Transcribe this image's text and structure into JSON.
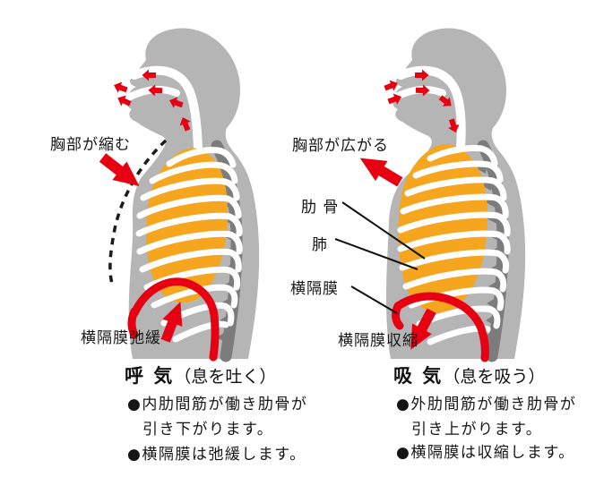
{
  "colors": {
    "body_gray": "#b5b5b5",
    "spine_gray": "#7c7c7c",
    "lung_orange": "#f5a51e",
    "arrow_red": "#e60012",
    "text_black": "#111111"
  },
  "left_figure": {
    "title": "呼 気",
    "title_note": "（息を吐く）",
    "chest_label": "胸部が縮む",
    "diaphragm_state_label": "横隔膜弛緩",
    "bullets": [
      "●内肋間筋が働き肋骨が",
      "引き下がります。",
      "●横隔膜は弛緩します。"
    ]
  },
  "right_figure": {
    "title": "吸 気",
    "title_note": "（息を吸う）",
    "chest_label": "胸部が広がる",
    "rib_label": "肋 骨",
    "lung_label": "肺",
    "diaphragm_label": "横隔膜",
    "diaphragm_state_label": "横隔膜収縮",
    "bullets": [
      "●外肋間筋が働き肋骨が",
      "引き上がります。",
      "●横隔膜は収縮します。"
    ]
  }
}
